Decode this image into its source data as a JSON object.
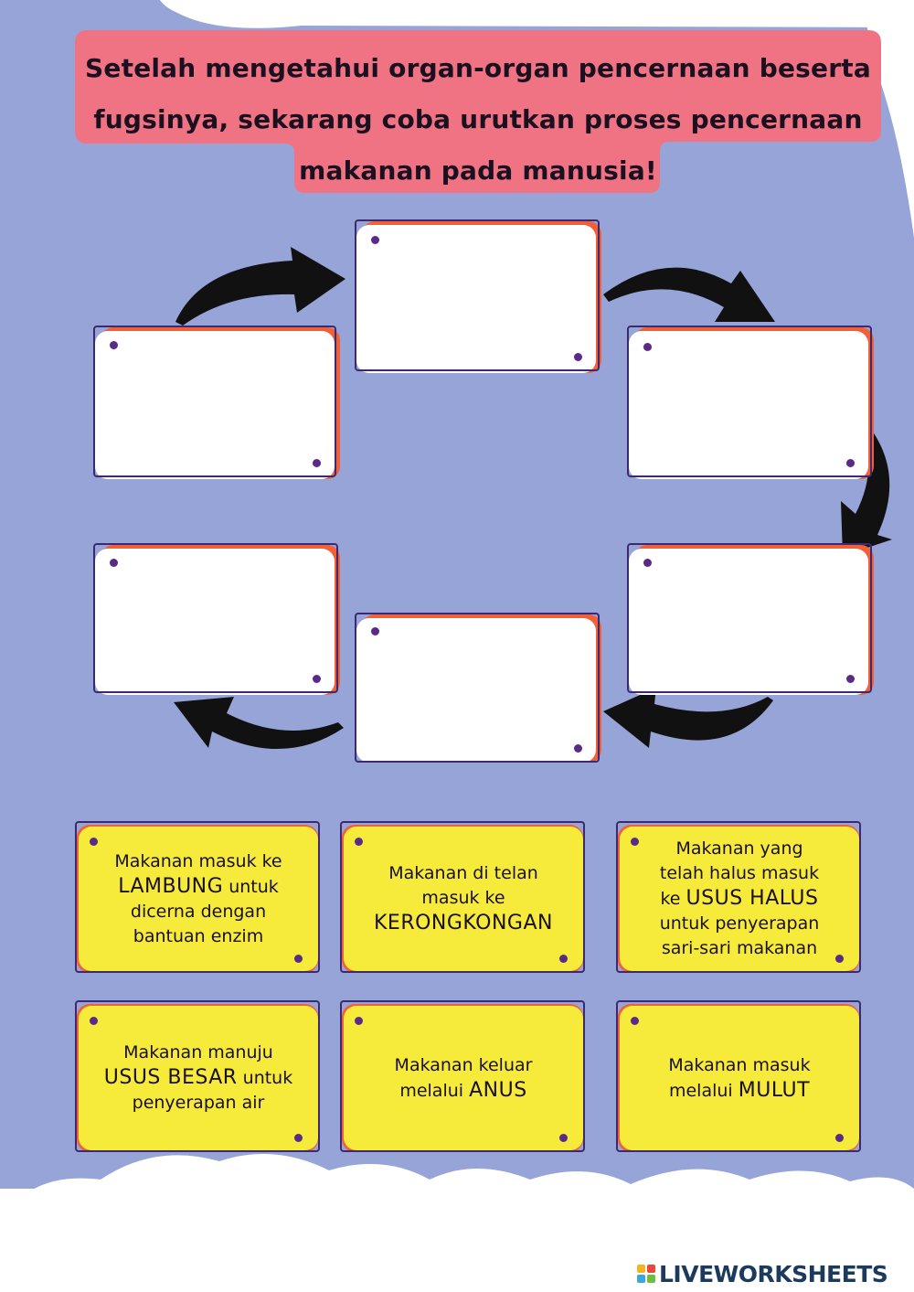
{
  "instruction": {
    "lines": [
      "Setelah mengetahui organ-organ pencernaan beserta",
      "fugsinya, sekarang coba urutkan proses pencernaan",
      "makanan pada manusia!"
    ]
  },
  "answer_slots": [
    "",
    "",
    "",
    "",
    "",
    ""
  ],
  "cards": [
    {
      "lines": [
        [
          {
            "t": "Makanan masuk ke"
          }
        ],
        [
          {
            "t": "LAMBUNG",
            "big": true
          },
          {
            "t": " untuk"
          }
        ],
        [
          {
            "t": "dicerna dengan"
          }
        ],
        [
          {
            "t": "bantuan enzim"
          }
        ]
      ]
    },
    {
      "lines": [
        [
          {
            "t": "Makanan di telan"
          }
        ],
        [
          {
            "t": "masuk ke"
          }
        ],
        [
          {
            "t": "KERONGKONGAN",
            "big": true
          }
        ]
      ]
    },
    {
      "lines": [
        [
          {
            "t": "Makanan yang"
          }
        ],
        [
          {
            "t": "telah halus masuk"
          }
        ],
        [
          {
            "t": "ke "
          },
          {
            "t": "USUS HALUS",
            "big": true
          }
        ],
        [
          {
            "t": "untuk penyerapan"
          }
        ],
        [
          {
            "t": "sari-sari makanan"
          }
        ]
      ]
    },
    {
      "lines": [
        [
          {
            "t": "Makanan manuju"
          }
        ],
        [
          {
            "t": "USUS BESAR",
            "big": true
          },
          {
            "t": " untuk"
          }
        ],
        [
          {
            "t": "penyerapan air"
          }
        ]
      ]
    },
    {
      "lines": [
        [
          {
            "t": "Makanan keluar"
          }
        ],
        [
          {
            "t": "melalui "
          },
          {
            "t": "ANUS",
            "big": true
          }
        ]
      ]
    },
    {
      "lines": [
        [
          {
            "t": "Makanan masuk"
          }
        ],
        [
          {
            "t": "melalui "
          },
          {
            "t": "MULUT",
            "big": true
          }
        ]
      ]
    }
  ],
  "footer": {
    "brand": "LIVEWORKSHEETS"
  },
  "colors": {
    "background": "#97a4d8",
    "title_box": "#f07384",
    "card_fill": "#f6ea3a",
    "card_shadow": "#f0613a",
    "dot": "#5b2a86",
    "brand": "#1b3a5c"
  }
}
